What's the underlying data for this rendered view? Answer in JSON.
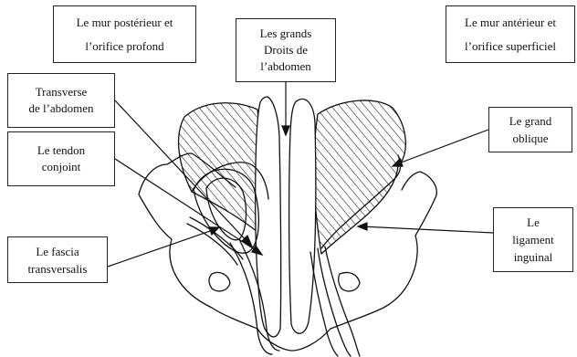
{
  "labels": {
    "mur_posterieur": [
      "Le mur postérieur et",
      "l’orifice profond"
    ],
    "mur_anterieur": [
      "Le mur antérieur et",
      "l’orifice superficiel"
    ],
    "grands_droits": [
      "Les grands",
      "Droits de",
      "l’abdomen"
    ],
    "transverse": [
      "Transverse",
      "de l’abdomen"
    ],
    "tendon": [
      "Le tendon",
      "conjoint"
    ],
    "grand_oblique": [
      "Le grand",
      "oblique"
    ],
    "fascia": [
      "Le fascia",
      "transversalis"
    ],
    "ligament": [
      "Le",
      "ligament",
      "inguinal"
    ]
  },
  "colors": {
    "ink": "#111111",
    "background": "#ffffff"
  }
}
